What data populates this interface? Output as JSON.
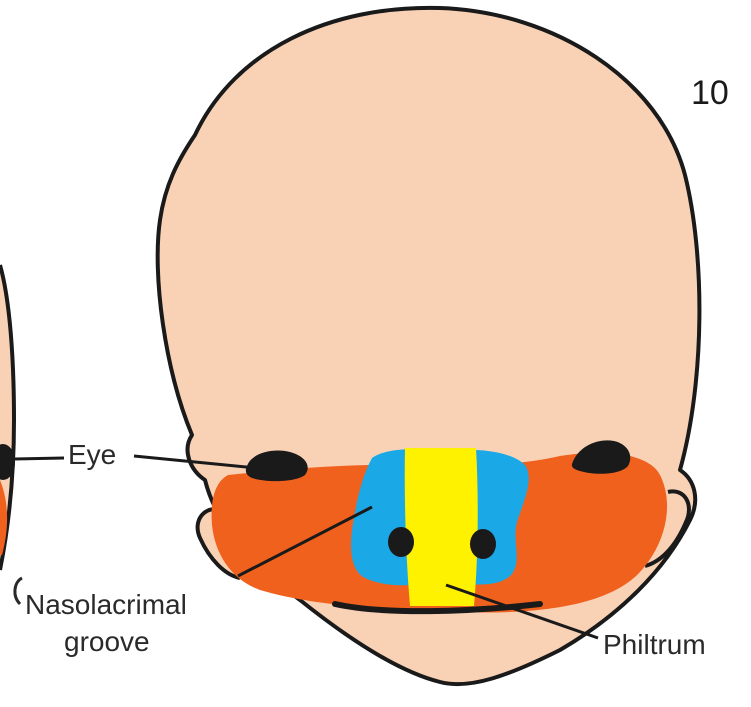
{
  "stage_label": "10",
  "labels": {
    "eye": "Eye",
    "nasolacrimal_line1": "Nasolacrimal",
    "nasolacrimal_line2": "groove",
    "philtrum": "Philtrum"
  },
  "colors": {
    "skin": "#F9D2B6",
    "maxillary": "#F0611E",
    "lateral_nasal": "#1AA9E6",
    "medial_nasal": "#FFF200",
    "outline": "#1a1a1a"
  }
}
